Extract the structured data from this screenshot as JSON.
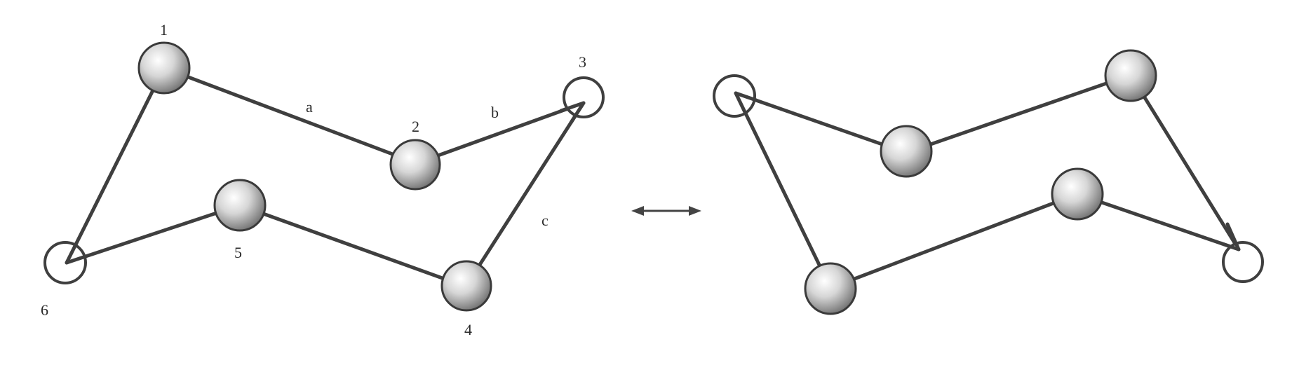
{
  "left_molecule": {
    "atoms": [
      {
        "id": "1",
        "label": "1",
        "kind": "filled"
      },
      {
        "id": "2",
        "label": "2",
        "kind": "filled"
      },
      {
        "id": "3",
        "label": "3",
        "kind": "open"
      },
      {
        "id": "4",
        "label": "4",
        "kind": "filled"
      },
      {
        "id": "5",
        "label": "5",
        "kind": "filled"
      },
      {
        "id": "6",
        "label": "6",
        "kind": "open"
      }
    ],
    "bonds": [
      {
        "from": "1",
        "to": "2",
        "label": "a"
      },
      {
        "from": "2",
        "to": "3",
        "label": "b"
      },
      {
        "from": "3",
        "to": "4",
        "label": "c"
      },
      {
        "from": "4",
        "to": "5",
        "label": ""
      },
      {
        "from": "5",
        "to": "6",
        "label": ""
      },
      {
        "from": "6",
        "to": "1",
        "label": ""
      }
    ]
  },
  "right_molecule": {
    "atoms": [
      {
        "id": "r1",
        "kind": "open"
      },
      {
        "id": "r2",
        "kind": "filled"
      },
      {
        "id": "r3",
        "kind": "filled"
      },
      {
        "id": "r4",
        "kind": "open"
      },
      {
        "id": "r5",
        "kind": "filled"
      },
      {
        "id": "r6",
        "kind": "filled"
      }
    ],
    "bonds": [
      {
        "from": "r1",
        "to": "r2"
      },
      {
        "from": "r2",
        "to": "r3"
      },
      {
        "from": "r3",
        "to": "r4"
      },
      {
        "from": "r4",
        "to": "r5"
      },
      {
        "from": "r5",
        "to": "r6"
      },
      {
        "from": "r6",
        "to": "r1"
      }
    ]
  },
  "interconversion": {
    "symbol": "double-headed-arrow-icon"
  },
  "colors": {
    "bond": "#3f3f3f",
    "ball_light": "#f4f4f4",
    "ball_dark": "#6e6e6e",
    "open_atom": "#ffffff"
  }
}
